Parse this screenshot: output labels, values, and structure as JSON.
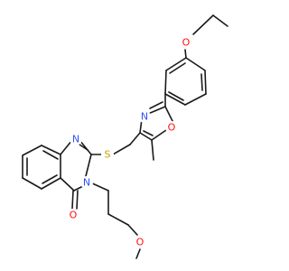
{
  "structure": {
    "atoms": {
      "o_ethoxy": {
        "symbol": "O",
        "color": "#ff0d0d"
      },
      "n_oxazole": {
        "symbol": "N",
        "color": "#3050f8"
      },
      "o_oxazole": {
        "symbol": "O",
        "color": "#ff0d0d"
      },
      "s_thioether": {
        "symbol": "S",
        "color": "#c8a000"
      },
      "n_quinazoline_1": {
        "symbol": "N",
        "color": "#3050f8"
      },
      "n_quinazoline_3": {
        "symbol": "N",
        "color": "#3050f8"
      },
      "o_carbonyl": {
        "symbol": "O",
        "color": "#ff0d0d"
      },
      "o_methoxy": {
        "symbol": "O",
        "color": "#ff0d0d"
      }
    },
    "bond_color": "#1a1a1a",
    "background": "#ffffff"
  }
}
